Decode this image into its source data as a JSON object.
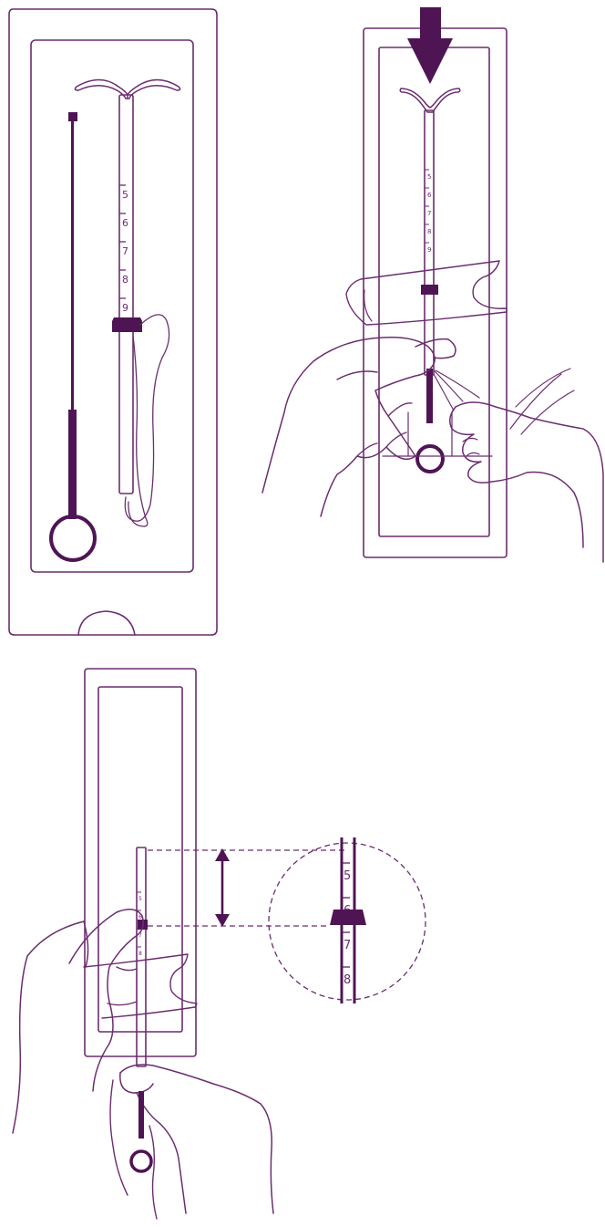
{
  "colors": {
    "line": "#6b2d6f",
    "fill": "#4f1454",
    "background": "#ffffff"
  },
  "panels": {
    "package": {
      "scale_marks": [
        "5",
        "6",
        "7",
        "8",
        "9"
      ]
    },
    "loading": {
      "scale_marks": [
        "5",
        "6",
        "7",
        "8",
        "9"
      ],
      "icons": [
        "down-arrow-icon",
        "hand-icon"
      ]
    },
    "measurement": {
      "scale_marks": [
        "5",
        "6",
        "7",
        "8"
      ],
      "zoom": {
        "scale_marks": [
          "5",
          "6",
          "7",
          "8"
        ]
      },
      "icons": [
        "double-arrow-icon",
        "hand-icon"
      ]
    }
  }
}
